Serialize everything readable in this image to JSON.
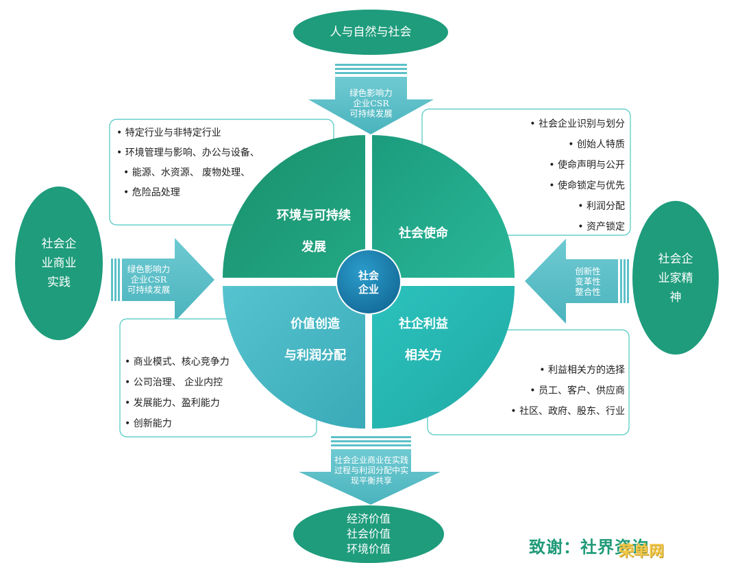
{
  "top_oval": {
    "label": "人与自然与社会"
  },
  "left_oval": {
    "lines": [
      "社会企",
      "业商业",
      "实践"
    ]
  },
  "right_oval": {
    "lines": [
      "社会企",
      "业家精",
      "神"
    ]
  },
  "bottom_oval": {
    "lines": [
      "经济价值",
      "社会价值",
      "环境价值"
    ]
  },
  "arrow_top": {
    "lines": [
      "绿色影响力",
      "企业CSR",
      "可持续发展"
    ]
  },
  "arrow_left": {
    "lines": [
      "绿色影响力",
      "企业CSR",
      "可持续发展"
    ]
  },
  "arrow_right": {
    "lines": [
      "创新性",
      "变革性",
      "整合性"
    ]
  },
  "arrow_bottom": {
    "lines": [
      "社会企业商业在实践",
      "过程与利润分配中实",
      "现平衡共享"
    ]
  },
  "quadrants": {
    "top_left": {
      "lines": [
        "环境与可持续",
        "发展"
      ]
    },
    "top_right": {
      "lines": [
        "社会使命"
      ]
    },
    "bottom_left": {
      "lines": [
        "价值创造",
        "与利润分配"
      ]
    },
    "bottom_right": {
      "lines": [
        "社企利益",
        "相关方"
      ]
    }
  },
  "center": {
    "lines": [
      "社会",
      "企业"
    ]
  },
  "box_top_left": {
    "items": [
      "特定行业与非特定行业",
      "环境管理与影响、办公与设备、",
      "能源、水资源、 废物处理、",
      "危险品处理"
    ]
  },
  "box_top_right": {
    "items": [
      "社会企业识别与划分",
      "创始人特质",
      "使命声明与公开",
      "使命锁定与优先",
      "利润分配",
      "资产锁定"
    ]
  },
  "box_bottom_left": {
    "items": [
      "商业模式、核心竞争力",
      "公司治理、 企业内控",
      "发展能力、盈利能力",
      "创新能力"
    ]
  },
  "box_bottom_right": {
    "items": [
      "利益相关方的选择",
      "员工、客户、供应商",
      "社区、政府、股东、行业"
    ]
  },
  "credit": "致谢：社界资询",
  "watermark": "荣单网",
  "colors": {
    "oval_green": "#1e9c7c",
    "tl_green": "#1f9a78",
    "tr_green": "#1fa587",
    "bl_teal": "#49bcc8",
    "br_teal": "#2ab9b3",
    "center_blue": "#1b7fae",
    "arrow_teal": "#5cc0c8",
    "border_teal": "#48c7c2"
  }
}
